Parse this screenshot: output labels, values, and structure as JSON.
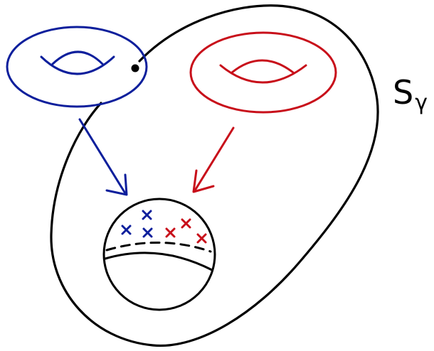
{
  "label": {
    "main": "S",
    "sub": "γ"
  },
  "colors": {
    "ink": "#000000",
    "blue": "#0d1f9c",
    "red": "#c80f1a"
  },
  "markers": {
    "blue_count": 3,
    "red_count": 3
  }
}
